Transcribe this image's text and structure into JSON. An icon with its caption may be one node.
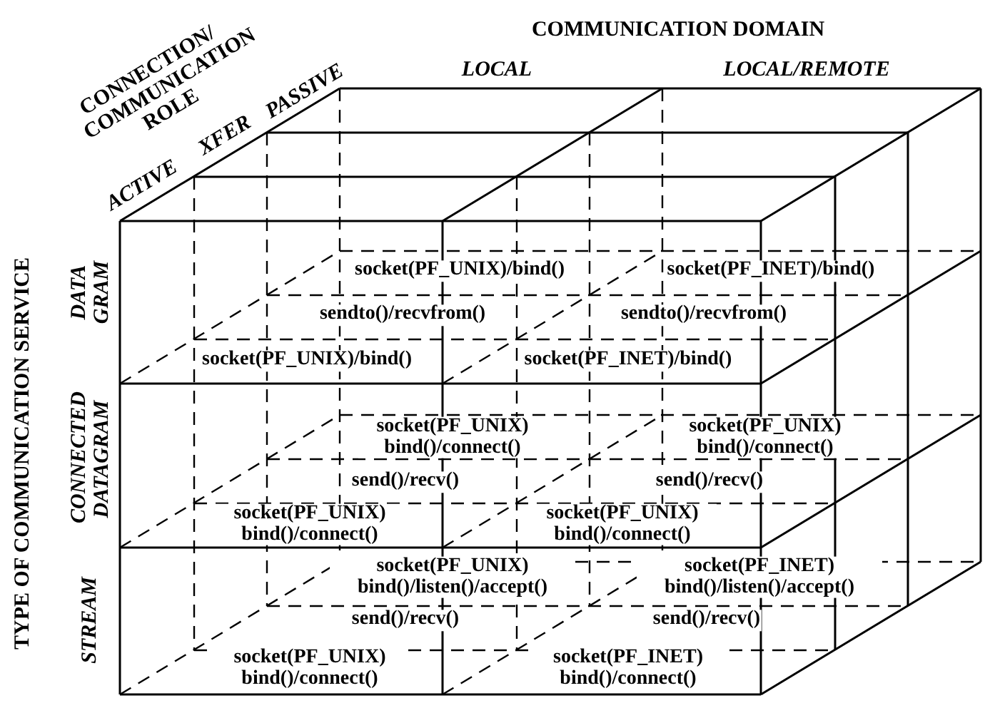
{
  "diagram": {
    "labels": [
      "COMMUNICATION DOMAIN",
      "LOCAL",
      "LOCAL/REMOTE",
      "CONNECTION/ COMMUNICATION ROLE",
      "ACTIVE",
      "XFER",
      "PASSIVE",
      "TYPE OF COMMUNICATION SERVICE",
      "DATA GRAM",
      "CONNECTED DATAGRAM",
      "STREAM",
      "socket(PF_UNIX)/bind()",
      "socket(PF_INET)/bind()",
      "sendto()/recvfrom()",
      "sendto()/recvfrom()",
      "socket(PF_UNIX)/bind()",
      "socket(PF_INET)/bind()",
      "socket(PF_UNIX) bind()/connect()",
      "socket(PF_UNIX) bind()/connect()",
      "send()/recv()",
      "send()/recv()",
      "socket(PF_UNIX) bind()/connect()",
      "socket(PF_UNIX) bind()/connect()",
      "socket(PF_UNIX) bind()/listen()/accept()",
      "socket(PF_INET) bind()/listen()/accept()",
      "send()/recv()",
      "send()/recv()",
      "socket(PF_UNIX) bind()/connect()",
      "socket(PF_INET) bind()/connect()"
    ]
  }
}
